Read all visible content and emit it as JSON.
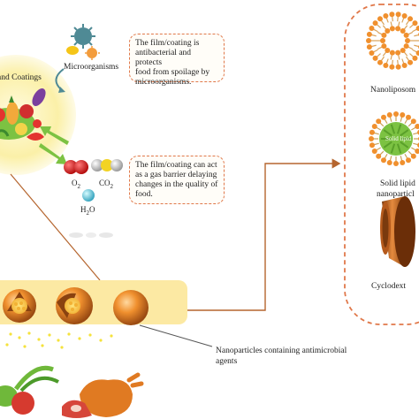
{
  "food_circle": {
    "label": "and Coatings"
  },
  "microbes": {
    "label": "Microorganisms"
  },
  "note_antibacterial": {
    "text": "The film/coating is\nantibacterial and protects\nfood from spoilage by\nmicroorganisms."
  },
  "note_gas_barrier": {
    "text": "The film/coating can act\nas a gas barrier delaying\nchanges in the quality of\nfood."
  },
  "gases": {
    "o2": {
      "base": "O",
      "sub": "2"
    },
    "co2": {
      "base": "CO",
      "sub": "2"
    },
    "h2o": {
      "base": "H",
      "sub": "2",
      "tail": "O"
    }
  },
  "nanoparticles_label": "Nanoparticles containing antimicrobial agents",
  "carriers": {
    "nanoliposome": "Nanoliposom",
    "sln_inner": "Solid lipid",
    "sln_line1": "Solid lipid",
    "sln_line2": "nanoparticl",
    "cyclodextrin": "Cyclodext"
  },
  "colors": {
    "accent_orange": "#e0784a",
    "arrow_brown": "#b5652e",
    "glow_yellow": "#fbf0a8",
    "band_yellow": "#fce9a3",
    "lipid_green": "#7cc242",
    "teal": "#2f8f9d"
  }
}
